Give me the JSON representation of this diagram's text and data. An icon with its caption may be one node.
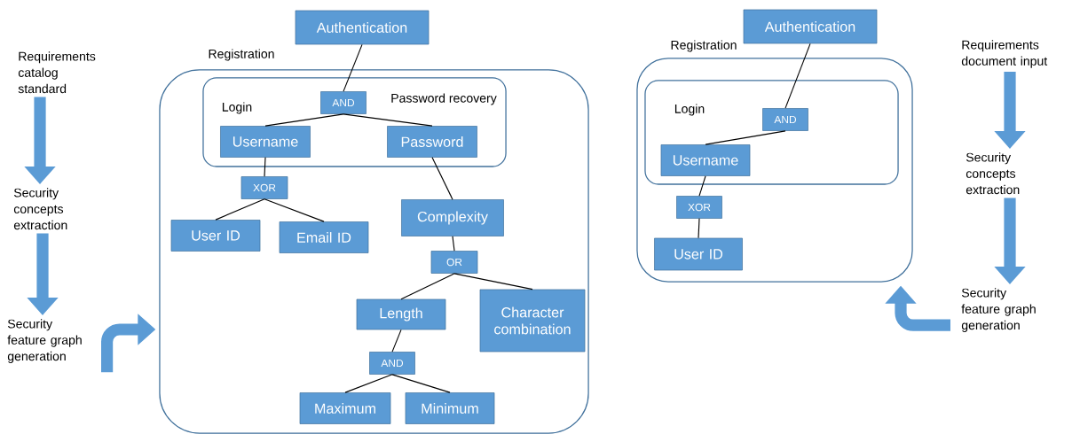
{
  "diagram": {
    "nodes": [
      {
        "text": [
          "Requirements catalog standard"
        ]
      },
      {
        "text": [
          "Security concepts extraction"
        ]
      },
      {
        "text": [
          "Security feature graph generation"
        ]
      },
      {
        "text": [
          "Authentication"
        ]
      },
      {
        "text": [
          "Registration"
        ]
      },
      {
        "text": [
          "Login",
          "Password recovery"
        ],
        "in": 4
      },
      {
        "text": [
          "AND"
        ],
        "in": 5
      },
      {
        "text": [
          "Username"
        ],
        "in": 5
      },
      {
        "text": [
          "Password"
        ],
        "in": 5
      },
      {
        "text": [
          "XOR"
        ],
        "in": 4
      },
      {
        "text": [
          "User ID"
        ],
        "in": 4
      },
      {
        "text": [
          "Email ID"
        ],
        "in": 4
      },
      {
        "text": [
          "Complexity"
        ],
        "in": 4
      },
      {
        "text": [
          "OR"
        ],
        "in": 4
      },
      {
        "text": [
          "Length"
        ],
        "in": 4
      },
      {
        "text": [
          "Character combination"
        ],
        "in": 4
      },
      {
        "text": [
          "AND"
        ],
        "in": 4
      },
      {
        "text": [
          "Maximum"
        ],
        "in": 4
      },
      {
        "text": [
          "Minimum"
        ],
        "in": 4
      },
      {
        "text": [
          "Authentication"
        ]
      },
      {
        "text": [
          "Registration"
        ]
      },
      {
        "text": [
          "Login"
        ],
        "in": 20
      },
      {
        "text": [
          "AND"
        ],
        "in": 21
      },
      {
        "text": [
          "Username"
        ],
        "in": 21
      },
      {
        "text": [
          "XOR"
        ],
        "in": 20
      },
      {
        "text": [
          "User ID"
        ],
        "in": 20
      },
      {
        "text": [
          "Requirements document input"
        ]
      },
      {
        "text": [
          "Security concepts extraction"
        ]
      },
      {
        "text": [
          "Security feature graph generation"
        ]
      }
    ],
    "edges": [
      {
        "from": 0,
        "to": 1,
        "arrow": "to",
        "style": "thick",
        "color": "#5b9bd5"
      },
      {
        "from": 1,
        "to": 2,
        "arrow": "to",
        "style": "thick",
        "color": "#5b9bd5"
      },
      {
        "from": 2,
        "to": 4,
        "arrow": "to",
        "style": "thick",
        "color": "#5b9bd5"
      },
      {
        "from": 3,
        "to": 6,
        "arrow": "none"
      },
      {
        "from": 6,
        "to": 7,
        "arrow": "none"
      },
      {
        "from": 6,
        "to": 8,
        "arrow": "none"
      },
      {
        "from": 7,
        "to": 9,
        "arrow": "none"
      },
      {
        "from": 9,
        "to": 10,
        "arrow": "none"
      },
      {
        "from": 9,
        "to": 11,
        "arrow": "none"
      },
      {
        "from": 8,
        "to": 12,
        "arrow": "none"
      },
      {
        "from": 12,
        "to": 13,
        "arrow": "none"
      },
      {
        "from": 13,
        "to": 14,
        "arrow": "none"
      },
      {
        "from": 13,
        "to": 15,
        "arrow": "none"
      },
      {
        "from": 14,
        "to": 16,
        "arrow": "none"
      },
      {
        "from": 16,
        "to": 17,
        "arrow": "none"
      },
      {
        "from": 16,
        "to": 18,
        "arrow": "none"
      },
      {
        "from": 19,
        "to": 22,
        "arrow": "none"
      },
      {
        "from": 22,
        "to": 23,
        "arrow": "none"
      },
      {
        "from": 23,
        "to": 24,
        "arrow": "none"
      },
      {
        "from": 24,
        "to": 25,
        "arrow": "none"
      },
      {
        "from": 26,
        "to": 27,
        "arrow": "to",
        "style": "thick",
        "color": "#5b9bd5"
      },
      {
        "from": 27,
        "to": 28,
        "arrow": "to",
        "style": "thick",
        "color": "#5b9bd5"
      },
      {
        "from": 28,
        "to": 20,
        "arrow": "to",
        "style": "thick",
        "color": "#5b9bd5"
      }
    ]
  }
}
